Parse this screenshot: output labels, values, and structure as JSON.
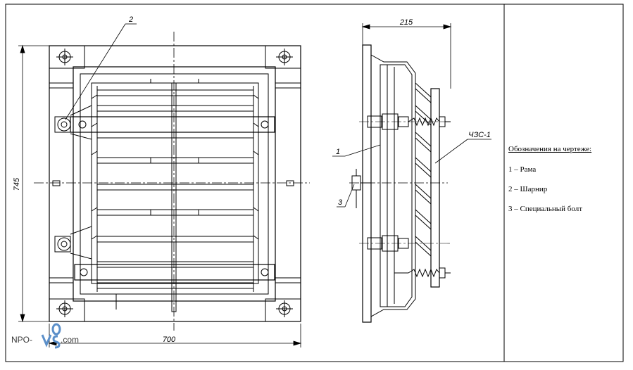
{
  "drawing": {
    "front_view": {
      "dimension_width": "700",
      "dimension_height": "745",
      "callout_hinge": "2"
    },
    "side_view": {
      "dimension_depth": "215",
      "callout_frame": "1",
      "callout_bolt": "3",
      "callout_grade": "ЧЗС-1"
    }
  },
  "legend": {
    "title": "Обозначения на чертеже:",
    "items": [
      {
        "label": "1 – Рама"
      },
      {
        "label": "2 – Шарнир"
      },
      {
        "label": "3 – Специальный болт"
      }
    ]
  },
  "watermark": {
    "prefix": "NPO-",
    "suffix": ".com",
    "logo_letters": "VSO"
  },
  "colors": {
    "line": "#000000",
    "watermark_blue": "#5b8fc9"
  }
}
